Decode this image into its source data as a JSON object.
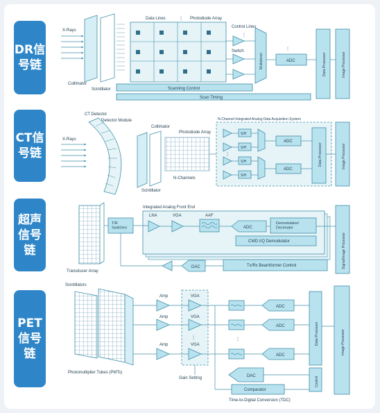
{
  "colors": {
    "accent": "#2e86c9",
    "block_fill": "#b9e2ef",
    "block_stroke": "#3f8ea8",
    "line": "#4aa3c1",
    "pixel": "#e6f4f8"
  },
  "sections": [
    {
      "label": "DR信\n号链"
    },
    {
      "label": "CT信\n号链"
    },
    {
      "label": "超声\n信号\n链"
    },
    {
      "label": "PET\n信号\n链"
    }
  ],
  "dr": {
    "x_rays": "X-Rays",
    "collimator": "Collimator",
    "scintillator": "Scintillator",
    "data_lines": "Data Lines",
    "photodiode_array": "Photodiode Array",
    "dots": "⋮",
    "control_lines": "Control Lines",
    "switch": "Switch",
    "multiplexer": "Multiplexer",
    "adc": "ADC",
    "data_processor": "Data Processor",
    "image_processor": "Image Processor",
    "scanning_control": "Scanning Control",
    "scan_timing": "Scan Timing"
  },
  "ct": {
    "ct_detector": "CT Detector",
    "detector_module": "Detector Module",
    "x_rays": "X-Rays",
    "collimator": "Collimator",
    "scintillator": "Scintillator",
    "photodiode_array": "Photodiode Array",
    "n_channels": "N-Channels",
    "system_title": "N-Channel Integrated Analog Data Acquisition System",
    "sh": "S/H",
    "adc": "ADC",
    "data_processor": "Data Processor",
    "image_processor": "Image Processor",
    "dots": "⋮"
  },
  "us": {
    "transducer_array": "Transducer Array",
    "th_switches": "T/R\nSwitches",
    "afe_title": "Integrated Analog Front End",
    "lna": "LNA",
    "vga": "VGA",
    "aaf": "AAF",
    "adc": "ADC",
    "demodulator": "Demodulator/\nDecimator",
    "cwd": "CWD I/Q Demodulator",
    "dac": "DAC",
    "beamformer": "Tx/Rx Beamformer Control",
    "signal_processor": "Signal/Image Processor"
  },
  "pet": {
    "scintillators": "Scintillators",
    "amp": "Amp",
    "vga": "VGA",
    "adc": "ADC",
    "dots": "⋮",
    "data_processor": "Data Processor",
    "image_processor": "Image Processor",
    "control": "Control",
    "dac": "DAC",
    "comparator": "Comparator",
    "pmts": "Photomultiplier Tubes (PMTs)",
    "gain_setting": "Gain Setting",
    "tdc": "Time-to-Digital Conversion (TDC)"
  }
}
